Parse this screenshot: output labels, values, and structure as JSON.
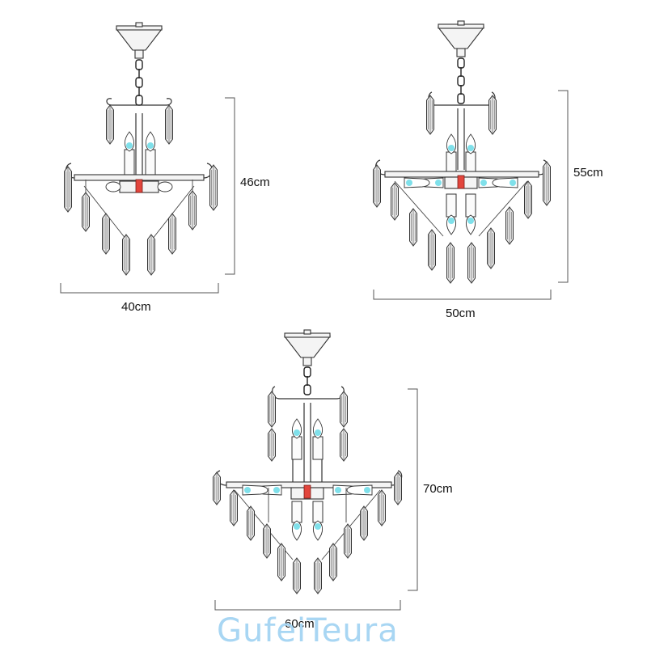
{
  "diagram": {
    "chandeliers": [
      {
        "id": "small",
        "width_label": "40cm",
        "height_label": "46cm"
      },
      {
        "id": "medium",
        "width_label": "50cm",
        "height_label": "55cm"
      },
      {
        "id": "large",
        "width_label": "60cm",
        "height_label": "70cm"
      }
    ],
    "watermark": "GufeiTeura",
    "colors": {
      "line": "#333333",
      "crystal_fill": "#e9e9e9",
      "bulb_glow": "#7fe0ea",
      "hub_accent": "#e2453c",
      "watermark": "#a8d6f3"
    }
  }
}
